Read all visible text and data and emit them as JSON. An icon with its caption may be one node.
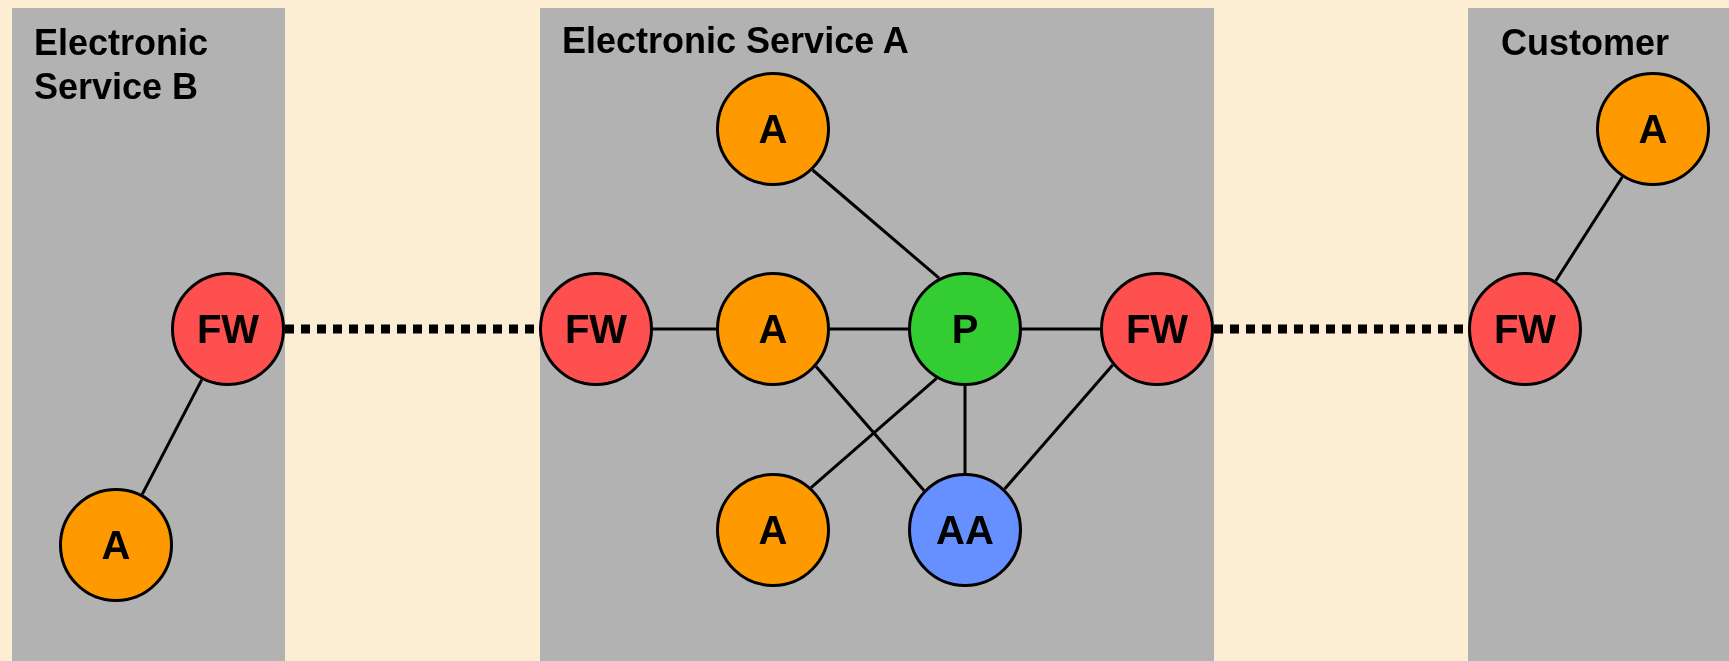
{
  "diagram": {
    "nodes": [
      {
        "text": [
          "Electronic Service B"
        ]
      },
      {
        "text": [
          "FW"
        ],
        "in": 0
      },
      {
        "text": [
          "A"
        ],
        "in": 0
      },
      {
        "text": [
          "Electronic Service A"
        ]
      },
      {
        "text": [
          "A"
        ],
        "in": 3
      },
      {
        "text": [
          "FW"
        ],
        "in": 3
      },
      {
        "text": [
          "A"
        ],
        "in": 3
      },
      {
        "text": [
          "P"
        ],
        "in": 3
      },
      {
        "text": [
          "FW"
        ],
        "in": 3
      },
      {
        "text": [
          "A"
        ],
        "in": 3
      },
      {
        "text": [
          "AA"
        ],
        "in": 3
      },
      {
        "text": [
          "Customer"
        ]
      },
      {
        "text": [
          "A"
        ],
        "in": 11
      },
      {
        "text": [
          "FW"
        ],
        "in": 11
      }
    ],
    "edges": [
      {
        "from": 1,
        "to": 2,
        "arrow": "none"
      },
      {
        "from": 1,
        "to": 5,
        "arrow": "none",
        "style": "dashed"
      },
      {
        "from": 5,
        "to": 6,
        "arrow": "none"
      },
      {
        "from": 4,
        "to": 7,
        "arrow": "none"
      },
      {
        "from": 6,
        "to": 7,
        "arrow": "none"
      },
      {
        "from": 7,
        "to": 8,
        "arrow": "none"
      },
      {
        "from": 6,
        "to": 10,
        "arrow": "none"
      },
      {
        "from": 9,
        "to": 7,
        "arrow": "none"
      },
      {
        "from": 7,
        "to": 10,
        "arrow": "none"
      },
      {
        "from": 8,
        "to": 10,
        "arrow": "none"
      },
      {
        "from": 8,
        "to": 13,
        "arrow": "none",
        "style": "dashed"
      },
      {
        "from": 13,
        "to": 12,
        "arrow": "none"
      }
    ]
  }
}
